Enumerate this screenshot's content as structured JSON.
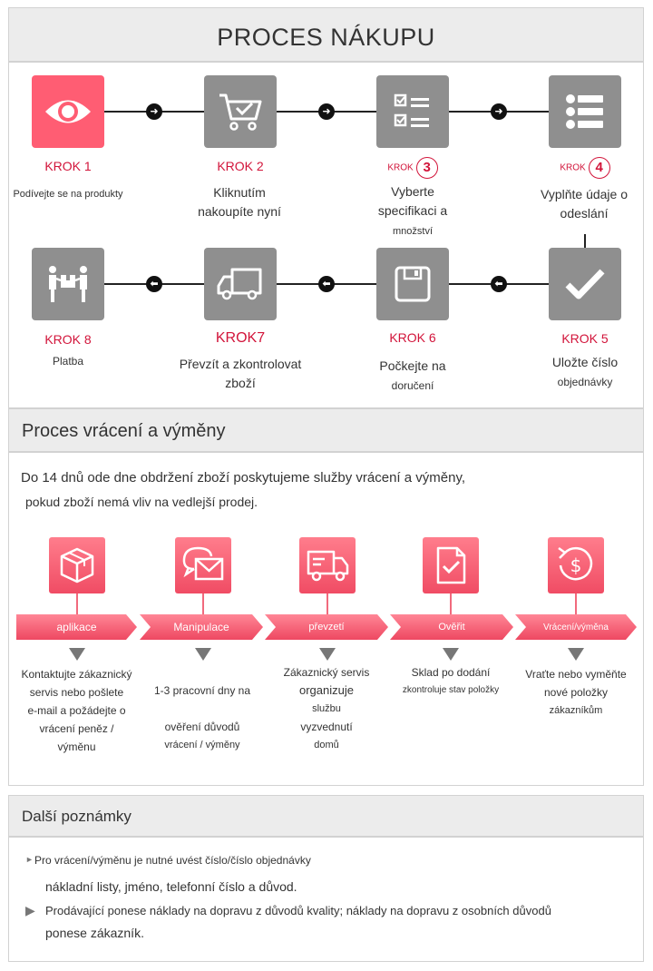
{
  "purchase": {
    "title": "PROCES NÁKUPU",
    "steps": [
      {
        "label": "KROK 1",
        "num": "",
        "desc": "Podívejte se na produkty",
        "icon": "eye-icon"
      },
      {
        "label": "KROK 2",
        "num": "",
        "desc": "Kliknutím nakoupíte nyní",
        "icon": "shopping-cart-icon"
      },
      {
        "label": "KROK",
        "num": "3",
        "desc": "Vyberte specifikaci a",
        "desc2": "množství",
        "icon": "checklist-icon"
      },
      {
        "label": "KROK",
        "num": "4",
        "desc": "Vyplňte údaje o odeslání",
        "icon": "list-icon"
      },
      {
        "label": "KROK 5",
        "num": "",
        "desc": "Uložte číslo",
        "desc2": "objednávky",
        "icon": "checkmark-icon"
      },
      {
        "label": "KROK 6",
        "num": "",
        "desc": "Počkejte na",
        "desc2": "doručení",
        "icon": "floppy-disk-icon"
      },
      {
        "label": "KROK7",
        "num": "",
        "desc": "Převzít a zkontrolovat zboží",
        "icon": "delivery-truck-icon"
      },
      {
        "label": "KROK 8",
        "num": "",
        "desc": "Platba",
        "icon": "package-handover-icon"
      }
    ]
  },
  "returns": {
    "title": "Proces vrácení a výměny",
    "intro_line1": "Do 14 dnů ode dne obdržení zboží poskytujeme služby vrácení a výměny,",
    "intro_line2": "pokud zboží nemá vliv na vedlejší prodej.",
    "steps": [
      {
        "label": "aplikace",
        "icon": "box-icon",
        "desc": [
          "Kontaktujte zákaznický",
          "servis nebo pošlete",
          "e-mail a požádejte o",
          "vrácení peněz /",
          "výměnu"
        ]
      },
      {
        "label": "Manipulace",
        "icon": "envelope-chat-icon",
        "desc": [
          "1-3 pracovní dny na",
          "ověření důvodů",
          "vrácení / výměny"
        ]
      },
      {
        "label": "převzetí",
        "icon": "truck-icon",
        "desc": [
          "Zákaznický servis",
          "organizuje",
          "službu",
          "vyzvednutí",
          "domů"
        ]
      },
      {
        "label": "Ověřit",
        "icon": "document-check-icon",
        "desc": [
          "Sklad po dodání",
          "zkontroluje stav položky"
        ]
      },
      {
        "label": "Vrácení/výměna",
        "icon": "refund-icon",
        "desc": [
          "Vraťte nebo vyměňte",
          "nové položky",
          "zákazníkům"
        ]
      }
    ]
  },
  "notes": {
    "title": "Další poznámky",
    "items": [
      {
        "line1": "Pro vrácení/výměnu je nutné uvést číslo/číslo objednávky",
        "line2": "nákladní listy, jméno, telefonní číslo a důvod."
      },
      {
        "line1": "Prodávající ponese náklady na dopravu z důvodů kvality; náklady na dopravu z osobních důvodů",
        "line2": "ponese zákazník."
      }
    ]
  },
  "colors": {
    "accent": "#ff5d73",
    "step_gray": "#8f8f8f",
    "krok_red": "#d2143a"
  }
}
